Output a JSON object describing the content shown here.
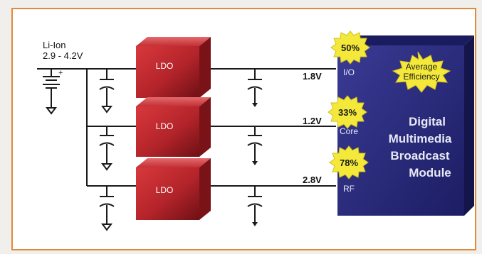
{
  "battery": {
    "label_line1": "Li-Ion",
    "label_line2": "2.9 - 4.2V"
  },
  "ldo_label": "LDO",
  "rails": [
    {
      "voltage": "1.8V",
      "efficiency": "50%",
      "name": "I/O"
    },
    {
      "voltage": "1.2V",
      "efficiency": "33%",
      "name": "Core"
    },
    {
      "voltage": "2.8V",
      "efficiency": "78%",
      "name": "RF"
    }
  ],
  "average_efficiency": {
    "line1": "Average",
    "line2": "Efficiency"
  },
  "module": {
    "line1": "Digital",
    "line2": "Multimedia",
    "line3": "Broadcast",
    "line4": "Module"
  },
  "colors": {
    "frame": "#e08a3c",
    "ldo": "#b3242a",
    "module": "#27287a",
    "starburst": "#f4e93a",
    "wire": "#1a1a1a"
  }
}
